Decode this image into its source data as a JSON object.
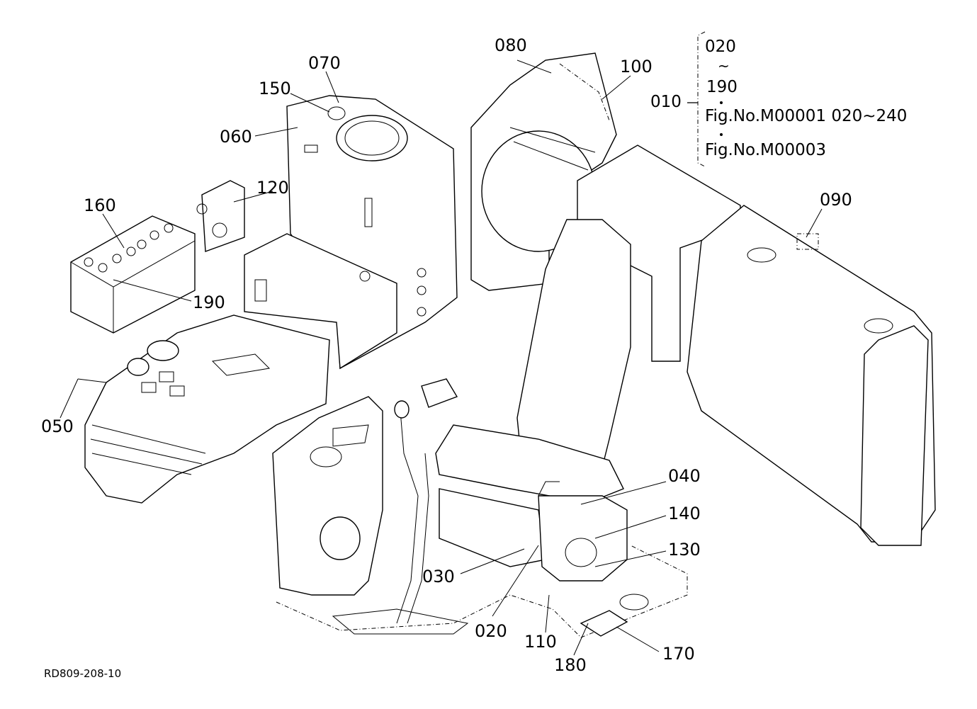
{
  "drawing_code": "RD809-208-10",
  "reference": {
    "assembly": "010",
    "range_start": "020",
    "tilde": "~",
    "range_end": "190",
    "line1": "Fig.No.M00001  020~240",
    "line2": "Fig.No.M00003"
  },
  "callouts": [
    {
      "id": "c080",
      "text": "080"
    },
    {
      "id": "c100",
      "text": "100"
    },
    {
      "id": "c070",
      "text": "070"
    },
    {
      "id": "c150",
      "text": "150"
    },
    {
      "id": "c060",
      "text": "060"
    },
    {
      "id": "c120",
      "text": "120"
    },
    {
      "id": "c160",
      "text": "160"
    },
    {
      "id": "c190",
      "text": "190"
    },
    {
      "id": "c090",
      "text": "090"
    },
    {
      "id": "c050",
      "text": "050"
    },
    {
      "id": "c040",
      "text": "040"
    },
    {
      "id": "c140",
      "text": "140"
    },
    {
      "id": "c130",
      "text": "130"
    },
    {
      "id": "c030",
      "text": "030"
    },
    {
      "id": "c020",
      "text": "020"
    },
    {
      "id": "c110",
      "text": "110"
    },
    {
      "id": "c180",
      "text": "180"
    },
    {
      "id": "c170",
      "text": "170"
    }
  ]
}
